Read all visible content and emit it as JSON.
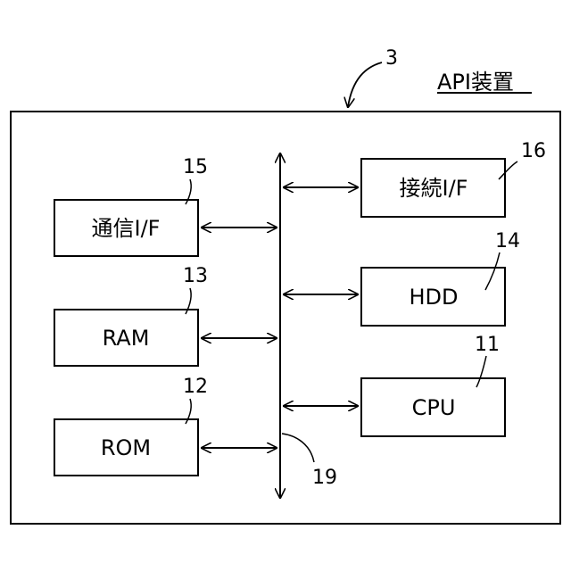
{
  "device": {
    "ref": "3",
    "title": "API装置"
  },
  "bus": {
    "ref": "19"
  },
  "blocks": {
    "comm_if": {
      "label": "通信I/F",
      "ref": "15"
    },
    "ram": {
      "label": "RAM",
      "ref": "13"
    },
    "rom": {
      "label": "ROM",
      "ref": "12"
    },
    "conn_if": {
      "label": "接続I/F",
      "ref": "16"
    },
    "hdd": {
      "label": "HDD",
      "ref": "14"
    },
    "cpu": {
      "label": "CPU",
      "ref": "11"
    }
  },
  "colors": {
    "line": "#000000",
    "background": "#ffffff"
  }
}
